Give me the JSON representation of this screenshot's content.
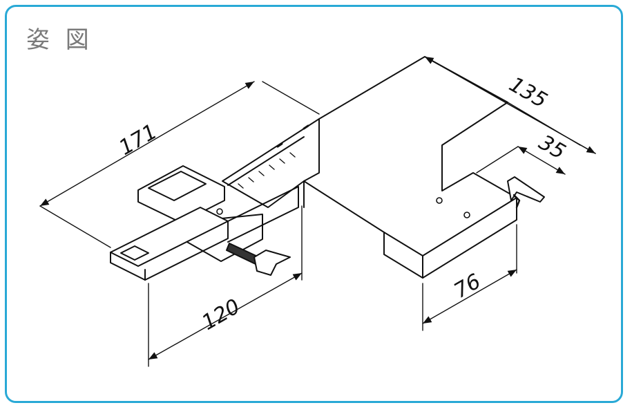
{
  "title": "姿 図",
  "colors": {
    "frame": "#29a9d6",
    "title": "#7a7a7a",
    "line": "#111111"
  },
  "dimensions": [
    {
      "id": "dim-171",
      "value": "171"
    },
    {
      "id": "dim-135",
      "value": "135"
    },
    {
      "id": "dim-35",
      "value": "35"
    },
    {
      "id": "dim-120",
      "value": "120"
    },
    {
      "id": "dim-76",
      "value": "76"
    }
  ]
}
